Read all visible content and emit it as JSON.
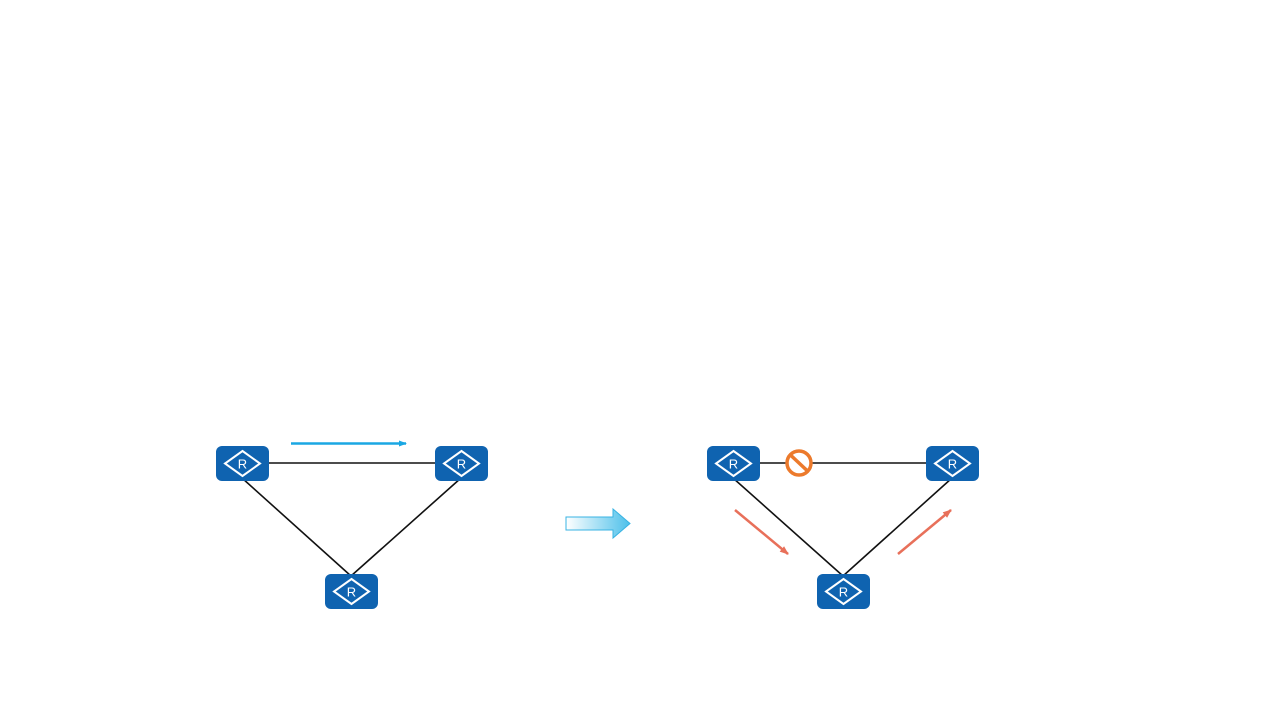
{
  "colors": {
    "router_fill": "#0f63b0",
    "router_symbol": "#ffffff",
    "link": "#111111",
    "traffic_normal": "#1aa7e3",
    "traffic_rerouted": "#e8705a",
    "blocked": "#ec7a2c",
    "transition_arrow_light": "#eaf7fd",
    "transition_arrow_dark": "#4cc0ea"
  },
  "icons": {
    "router": "router-icon",
    "blocked": "no-entry-icon",
    "transition": "right-arrow-icon"
  },
  "router_label": "R",
  "diagrams": [
    {
      "name": "before",
      "routers": [
        "top-left",
        "top-right",
        "bottom"
      ],
      "links": [
        {
          "from": "top-left",
          "to": "top-right",
          "status": "up"
        },
        {
          "from": "top-left",
          "to": "bottom",
          "status": "up"
        },
        {
          "from": "top-right",
          "to": "bottom",
          "status": "up"
        }
      ],
      "traffic_path": [
        "top-left",
        "top-right"
      ]
    },
    {
      "name": "after",
      "routers": [
        "top-left",
        "top-right",
        "bottom"
      ],
      "links": [
        {
          "from": "top-left",
          "to": "top-right",
          "status": "blocked"
        },
        {
          "from": "top-left",
          "to": "bottom",
          "status": "up"
        },
        {
          "from": "top-right",
          "to": "bottom",
          "status": "up"
        }
      ],
      "traffic_path": [
        "top-left",
        "bottom",
        "top-right"
      ]
    }
  ]
}
